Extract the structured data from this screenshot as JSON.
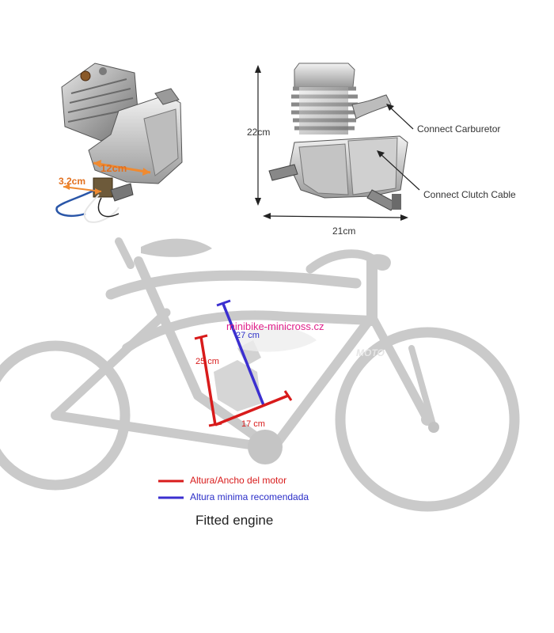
{
  "colors": {
    "red_line": "#d81b1b",
    "blue_line": "#3b2fd0",
    "orange_dim": "#f08a30",
    "bike_gray": "#c9c9c9",
    "watermark": "#e0208a"
  },
  "top_left": {
    "dim_width": "12cm",
    "dim_small": "3.2cm"
  },
  "top_right": {
    "height": "22cm",
    "width": "21cm",
    "callout_carburetor": "Connect Carburetor",
    "callout_clutch": "Connect Clutch Cable"
  },
  "bike": {
    "watermark": "minibike-minicross.cz",
    "dim_blue": "27 cm",
    "dim_red_vertical": "25 cm",
    "dim_red_horizontal": "17 cm",
    "legend": [
      {
        "text": "Altura/Ancho del motor",
        "color": "#d81b1b"
      },
      {
        "text": "Altura minima recomendada",
        "color": "#3b2fd0"
      }
    ],
    "caption": "Fitted engine"
  }
}
